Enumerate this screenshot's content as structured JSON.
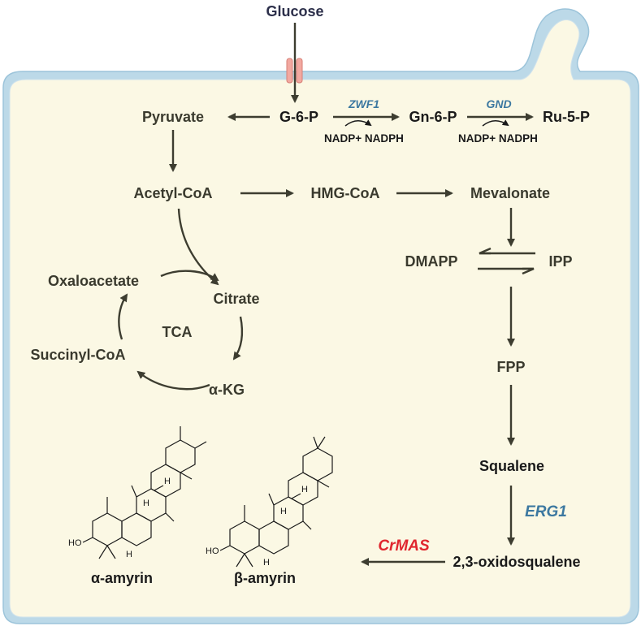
{
  "nodes": {
    "glucose": "Glucose",
    "g6p": "G-6-P",
    "gn6p": "Gn-6-P",
    "ru5p": "Ru-5-P",
    "pyruvate": "Pyruvate",
    "acetyl_coa": "Acetyl-CoA",
    "hmg_coa": "HMG-CoA",
    "mevalonate": "Mevalonate",
    "dmapp": "DMAPP",
    "ipp": "IPP",
    "fpp": "FPP",
    "squalene": "Squalene",
    "oxidosqualene": "2,3-oxidosqualene",
    "oxaloacetate": "Oxaloacetate",
    "citrate": "Citrate",
    "succinyl_coa": "Succinyl-CoA",
    "akg": "α-KG",
    "tca": "TCA"
  },
  "cofactors": {
    "zwf1": "NADP+ NADPH",
    "gnd": "NADP+ NADPH"
  },
  "enzymes": {
    "zwf1": "ZWF1",
    "gnd": "GND",
    "erg1": "ERG1",
    "crmas": "CrMAS"
  },
  "products": {
    "alpha_amyrin": "α-amyrin",
    "beta_amyrin": "β-amyrin"
  },
  "molecule_labels": {
    "ho": "HO",
    "h": "H"
  },
  "colors": {
    "cell_fill": "#fbf8e4",
    "membrane": "#bcd9e8",
    "arrow": "#3d3d30",
    "enzyme_blue": "#3c78a0",
    "enzyme_red": "#e0262e",
    "transporter": "#f2a8a0"
  }
}
